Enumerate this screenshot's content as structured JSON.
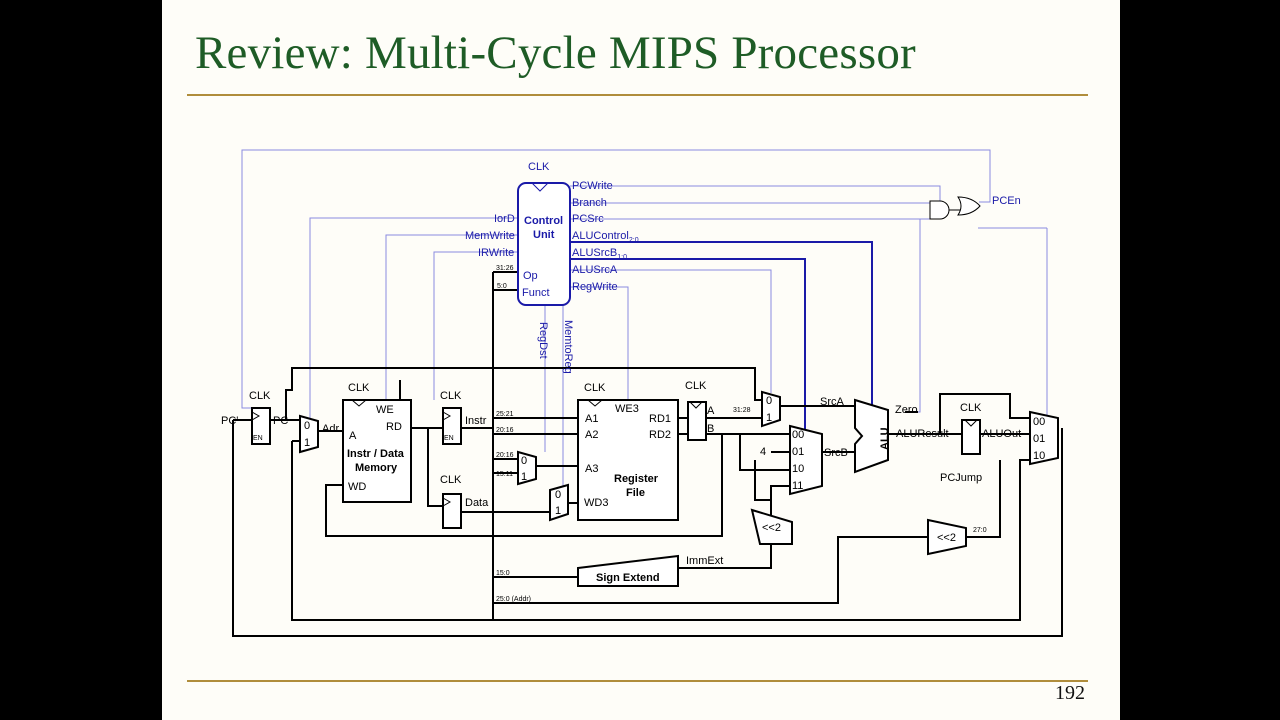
{
  "slide": {
    "title": "Review: Multi-Cycle MIPS Processor",
    "page_number": "192"
  },
  "diagram": {
    "control_unit": {
      "title_line1": "Control",
      "title_line2": "Unit",
      "clk": "CLK",
      "op": "Op",
      "funct": "Funct",
      "outputs": [
        "PCWrite",
        "Branch",
        "PCSrc",
        "ALUControl",
        "ALUSrcB",
        "ALUSrcA",
        "RegWrite"
      ],
      "alucontrol_sub": "2:0",
      "alusrcb_sub": "1:0",
      "left_outputs": [
        "IorD",
        "MemWrite",
        "IRWrite"
      ],
      "vertical_outputs": [
        "RegDst",
        "MemtoReg"
      ],
      "op_bits": "31:26",
      "funct_bits": "5:0"
    },
    "pc_en": "PCEn",
    "pc_register": {
      "clk": "CLK",
      "en": "EN",
      "in_label": "PC'",
      "out_label": "PC"
    },
    "memory": {
      "clk": "CLK",
      "we": "WE",
      "a": "A",
      "rd": "RD",
      "wd": "WD",
      "name_line1": "Instr / Data",
      "name_line2": "Memory",
      "adr": "Adr"
    },
    "instr_register": {
      "clk": "CLK",
      "en": "EN",
      "label": "Instr"
    },
    "data_register": {
      "clk": "CLK",
      "label": "Data"
    },
    "register_file": {
      "clk": "CLK",
      "we3": "WE3",
      "a1": "A1",
      "a2": "A2",
      "a3": "A3",
      "wd3": "WD3",
      "rd1": "RD1",
      "rd2": "RD2",
      "name_line1": "Register",
      "name_line2": "File"
    },
    "field_bits": {
      "rs": "25:21",
      "rt": "20:16",
      "rt2": "20:16",
      "rd": "15:11",
      "imm": "15:0",
      "addr": "25:0 (Addr)",
      "pc_top": "31:28",
      "jump_low": "27:0"
    },
    "ab_register": {
      "clk": "CLK",
      "a": "A",
      "b": "B"
    },
    "mux_inputs": {
      "zero": "0",
      "one": "1",
      "s00": "00",
      "s01": "01",
      "s10": "10",
      "s11": "11",
      "four": "4"
    },
    "sign_extend": "Sign Extend",
    "imm_ext": "ImmExt",
    "shift_left": "<<2",
    "alu": {
      "name": "ALU",
      "src_a": "SrcA",
      "src_b": "SrcB",
      "zero": "Zero",
      "result": "ALUResult"
    },
    "alu_out": {
      "clk": "CLK",
      "label": "ALUOut"
    },
    "pc_jump": "PCJump"
  }
}
